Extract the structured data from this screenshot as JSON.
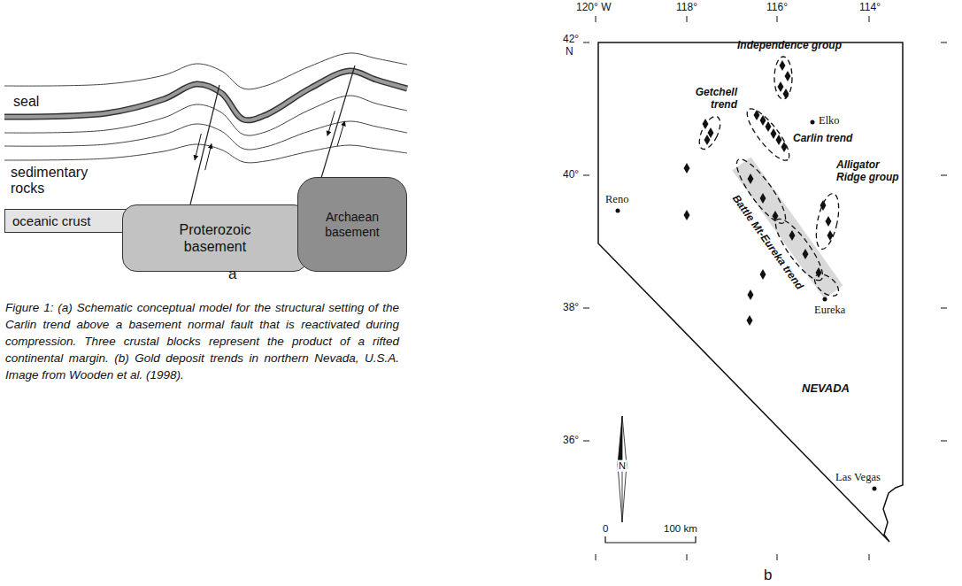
{
  "diagram": {
    "caption": "Figure 1: (a) Schematic conceptual model for the structural setting of the Carlin trend above a basement normal fault that is reactivated during compression. Three crustal blocks represent the product of a rifted continental margin. (b) Gold deposit trends in northern Nevada, U.S.A. Image from Wooden et al. (1998).",
    "nodes": [
      {
        "text": [
          "oceanic crust"
        ]
      },
      {
        "text": [
          "Proterozoic basement"
        ]
      },
      {
        "text": [
          "Archaean basement"
        ]
      }
    ],
    "labels": [
      "seal",
      "sedimentary rocks",
      "a",
      "120° W",
      "118°",
      "116°",
      "114°",
      "42°",
      "N",
      "40°",
      "38°",
      "36°",
      "Independence group",
      "Getchell trend",
      "Elko",
      "Carlin trend",
      "Battle Mt-Eureka trend",
      "Alligator Ridge group",
      "Reno",
      "Eureka",
      "NEVADA",
      "Las Vegas",
      "N",
      "0",
      "100 km",
      "b"
    ]
  }
}
